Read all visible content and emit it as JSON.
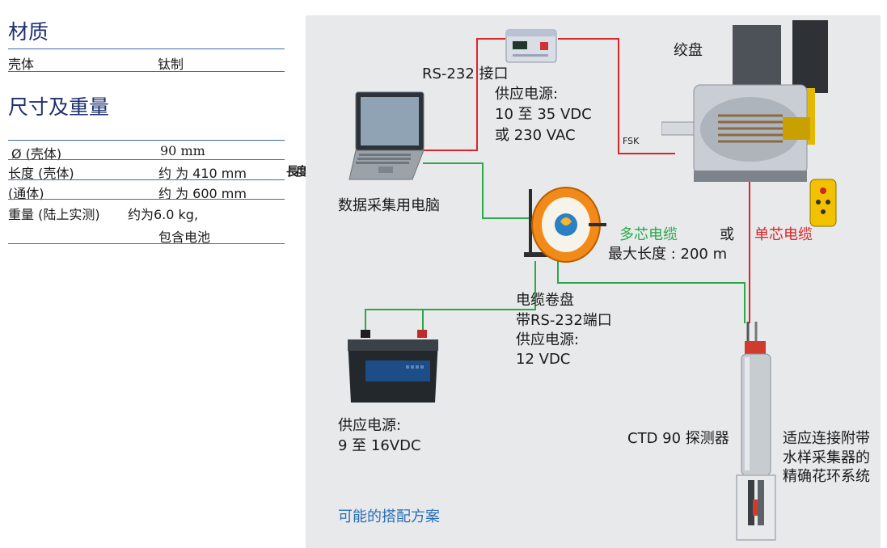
{
  "material": {
    "heading": "材质",
    "rows": [
      {
        "label": "壳体",
        "value": "钛制"
      }
    ]
  },
  "dimensions": {
    "heading": "尺寸及重量",
    "diameter_label": "Ø (壳体)",
    "diameter_value": "90  mm",
    "length_shell_label": "长度 (壳体)",
    "length_shell_value": "约 为 410 mm",
    "length_total_label": "(通体)",
    "length_total_value": "约  为  600    mm",
    "side_glyph": "長度",
    "weight_label": "重量 (陆上实测)",
    "weight_value_line1": "约为6.0 kg,",
    "weight_value_line2": "包含电池"
  },
  "diagram": {
    "rs232_label": "RS-232 接口",
    "psu_label_1": "供应电源:",
    "psu_label_2": "10 至 35 VDC",
    "psu_label_3": "或 230 VAC",
    "fsk_label": "FSK",
    "winch_label": "绞盘",
    "laptop_label": "数据采集用电脑",
    "cable_multi": "多芯电缆",
    "cable_or": "或",
    "cable_single": "单芯电缆",
    "cable_maxlen": "最大长度 : 200 m",
    "reel_label_1": "电缆卷盘",
    "reel_label_2": "带RS-232端口",
    "reel_label_3": "供应电源:",
    "reel_label_4": "12 VDC",
    "battery_label_1": "供应电源:",
    "battery_label_2": "9 至 16VDC",
    "probe_label": "CTD 90 探测器",
    "rosette_1": "适应连接附带",
    "rosette_2": "水样采集器的",
    "rosette_3": "精确花环系统",
    "footer_caption": "可能的搭配方案"
  },
  "colors": {
    "heading": "#1c2f6e",
    "rule": "#3f6aa8",
    "panel": "#e8e9eb",
    "green_line": "#2aa84a",
    "red_line": "#d9262b",
    "caption_blue": "#2a6fb7"
  },
  "icons": [
    "laptop-icon",
    "power-supply-icon",
    "winch-icon",
    "cable-reel-icon",
    "battery-icon",
    "ctd-probe-icon",
    "control-pendant-icon"
  ]
}
